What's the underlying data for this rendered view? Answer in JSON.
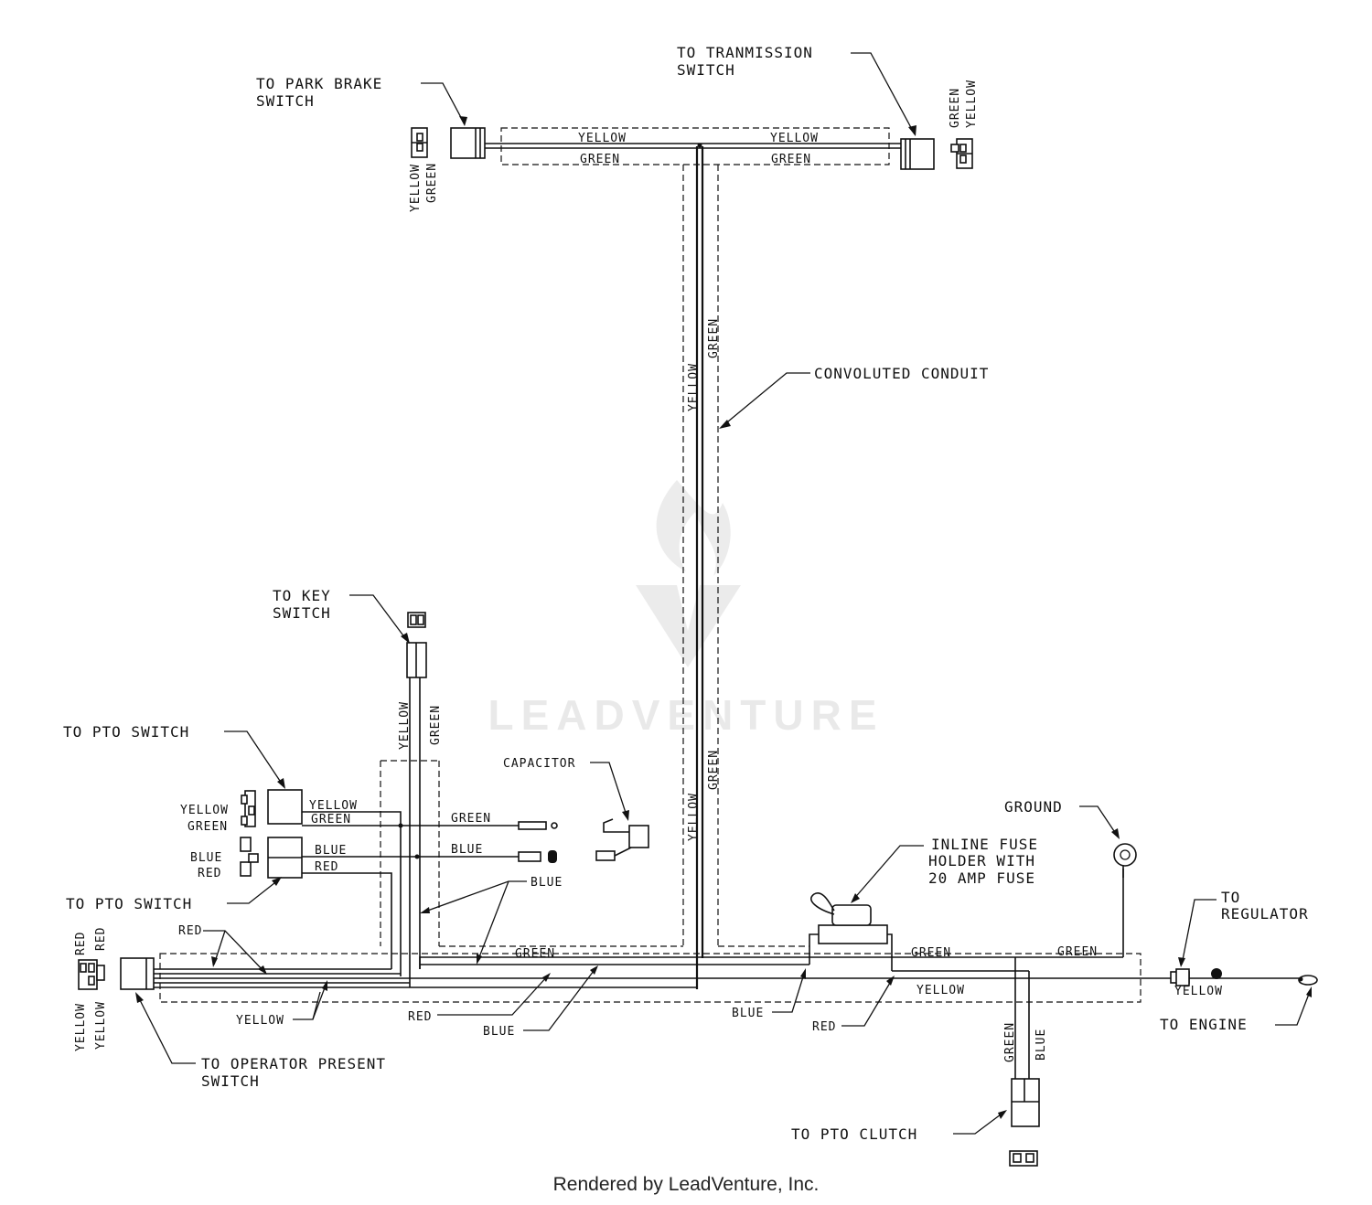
{
  "labels": {
    "park_brake": [
      "TO PARK BRAKE",
      "SWITCH"
    ],
    "transmission": [
      "TO TRANMISSION",
      "SWITCH"
    ],
    "conduit": "CONVOLUTED CONDUIT",
    "key_switch": [
      "TO KEY",
      "SWITCH"
    ],
    "pto_switch_top": "TO PTO SWITCH",
    "pto_switch_bottom": "TO PTO SWITCH",
    "capacitor": "CAPACITOR",
    "ground": "GROUND",
    "fuse": [
      "INLINE FUSE",
      "HOLDER WITH",
      "20 AMP FUSE"
    ],
    "regulator": [
      "TO",
      "REGULATOR"
    ],
    "engine": "TO ENGINE",
    "operator": [
      "TO OPERATOR PRESENT",
      "SWITCH"
    ],
    "pto_clutch": "TO PTO CLUTCH"
  },
  "wire_colors": {
    "yellow": "YELLOW",
    "green": "GREEN",
    "blue": "BLUE",
    "red": "RED"
  },
  "watermark": "LEADVENTURE",
  "footer": "Rendered by LeadVenture, Inc."
}
